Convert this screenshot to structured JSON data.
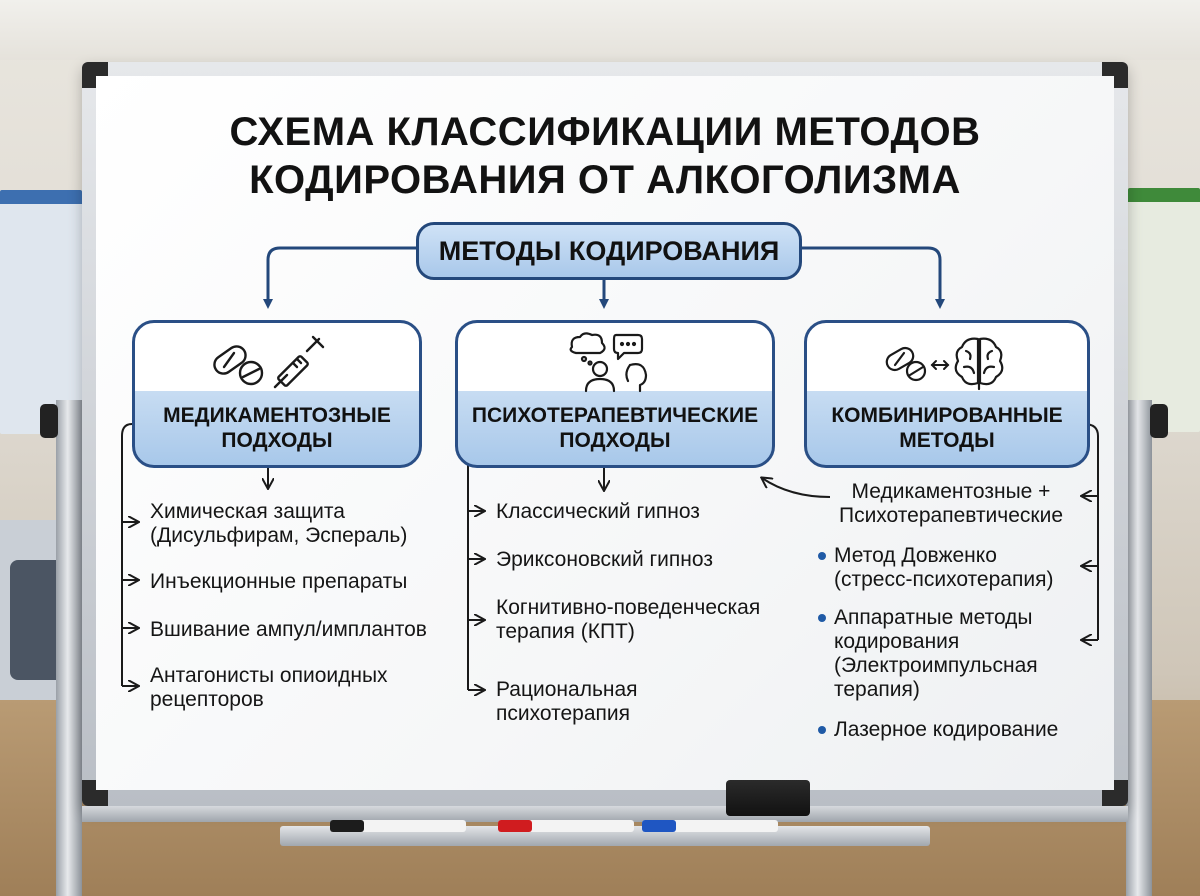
{
  "title": {
    "line1": "СХЕМА КЛАССИФИКАЦИИ МЕТОДОВ",
    "line2": "КОДИРОВАНИЯ ОТ АЛКОГОЛИЗМА"
  },
  "root": {
    "label": "МЕТОДЫ КОДИРОВАНИЯ"
  },
  "categories": [
    {
      "label1": "МЕДИКАМЕНТОЗНЫЕ",
      "label2": "ПОДХОДЫ",
      "icons": [
        "pills-icon",
        "syringe-icon"
      ],
      "items": [
        {
          "lines": [
            "Химическая защита",
            "(Дисульфирам, Эспераль)"
          ]
        },
        {
          "lines": [
            "Инъекционные препараты"
          ]
        },
        {
          "lines": [
            "Вшивание ампул/имплантов"
          ]
        },
        {
          "lines": [
            "Антагонисты опиоидных",
            "рецепторов"
          ]
        }
      ]
    },
    {
      "label1": "ПСИХОТЕРАПЕВТИЧЕСКИЕ",
      "label2": "ПОДХОДЫ",
      "icons": [
        "therapy-conversation-icon"
      ],
      "items": [
        {
          "lines": [
            "Классический гипноз"
          ]
        },
        {
          "lines": [
            "Эриксоновский гипноз"
          ]
        },
        {
          "lines": [
            "Когнитивно-поведенческая",
            "терапия (КПТ)"
          ]
        },
        {
          "lines": [
            "Рациональная",
            "психотерапия"
          ]
        }
      ]
    },
    {
      "label1": "КОМБИНИРОВАННЫЕ",
      "label2": "МЕТОДЫ",
      "icons": [
        "pills-icon",
        "brain-icon"
      ],
      "items": [
        {
          "lines": [
            "Медикаментозные +",
            "Психотерапевтические"
          ]
        },
        {
          "lines": [
            "Метод Довженко",
            "(стресс-психотерапия)"
          ]
        },
        {
          "lines": [
            "Аппаратные методы",
            "кодирования",
            "(Электроимпульсная",
            "терапия)"
          ]
        },
        {
          "lines": [
            "Лазерное кодирование"
          ]
        }
      ]
    }
  ],
  "colors": {
    "box_fill": "#b9d3ef",
    "box_border": "#24487b",
    "line": "#24487b",
    "bullet": "#1f5aa6"
  }
}
